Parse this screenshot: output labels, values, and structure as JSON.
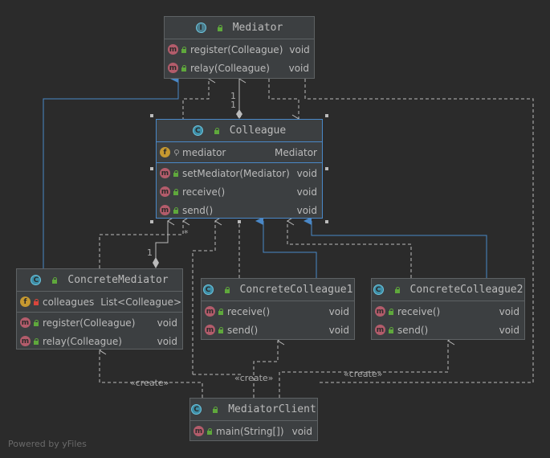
{
  "watermark": "Powered by yFiles",
  "classes": {
    "mediator": {
      "name": "Mediator",
      "methods": [
        {
          "name": "register(Colleague)",
          "type": "void"
        },
        {
          "name": "relay(Colleague)",
          "type": "void"
        }
      ]
    },
    "colleague": {
      "name": "Colleague",
      "fields": [
        {
          "name": "mediator",
          "type": "Mediator"
        }
      ],
      "methods": [
        {
          "name": "setMediator(Mediator)",
          "type": "void"
        },
        {
          "name": "receive()",
          "type": "void"
        },
        {
          "name": "send()",
          "type": "void"
        }
      ]
    },
    "concrete_mediator": {
      "name": "ConcreteMediator",
      "fields": [
        {
          "name": "colleagues",
          "type": "List<Colleague>"
        }
      ],
      "methods": [
        {
          "name": "register(Colleague)",
          "type": "void"
        },
        {
          "name": "relay(Colleague)",
          "type": "void"
        }
      ]
    },
    "concrete_colleague1": {
      "name": "ConcreteColleague1",
      "methods": [
        {
          "name": "receive()",
          "type": "void"
        },
        {
          "name": "send()",
          "type": "void"
        }
      ]
    },
    "concrete_colleague2": {
      "name": "ConcreteColleague2",
      "methods": [
        {
          "name": "receive()",
          "type": "void"
        },
        {
          "name": "send()",
          "type": "void"
        }
      ]
    },
    "mediator_client": {
      "name": "MediatorClient",
      "methods": [
        {
          "name": "main(String[])",
          "type": "void"
        }
      ]
    }
  },
  "edge_labels": {
    "mult_one_a": "1",
    "mult_one_b": "1",
    "mult_star": "*",
    "mult_one_c": "1",
    "create_a": "«create»",
    "create_b": "«create»",
    "create_c": "«create»"
  },
  "colors": {
    "background": "#2b2b2b",
    "node_bg": "#3c3f41",
    "border": "#5e6264",
    "selected_border": "#4a88c7",
    "inheritance": "#4a88c7",
    "dependency": "#bbbbbb"
  }
}
